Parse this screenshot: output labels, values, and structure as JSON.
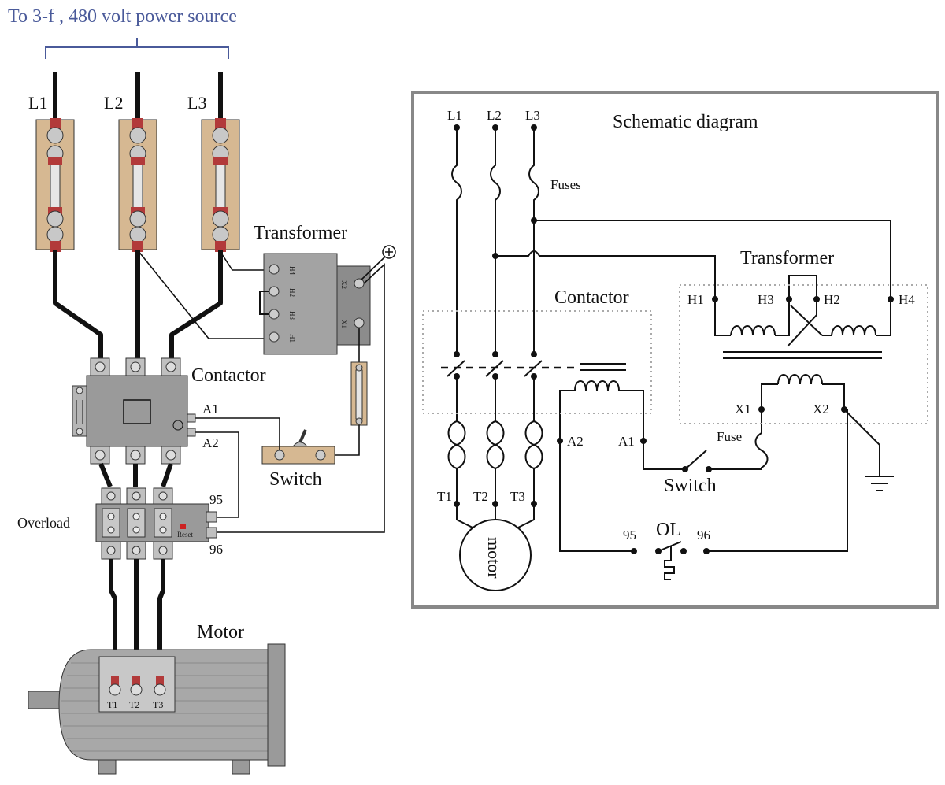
{
  "source_label": "To 3-f , 480 volt power source",
  "pictorial": {
    "lines": [
      "L1",
      "L2",
      "L3"
    ],
    "transformer": {
      "title": "Transformer",
      "primary_terminals": [
        "H4",
        "H2",
        "H3",
        "H1"
      ],
      "secondary_terminals": [
        "X2",
        "X1"
      ]
    },
    "contactor": {
      "title": "Contactor",
      "coil_terminals": [
        "A1",
        "A2"
      ]
    },
    "switch": "Switch",
    "overload": {
      "title": "Overload",
      "reset": "Reset",
      "terminals": [
        "95",
        "96"
      ]
    },
    "motor": {
      "title": "Motor",
      "terminals": [
        "T1",
        "T2",
        "T3"
      ]
    }
  },
  "schematic": {
    "title": "Schematic diagram",
    "lines": [
      "L1",
      "L2",
      "L3"
    ],
    "fuses_label": "Fuses",
    "transformer": {
      "title": "Transformer",
      "primary_terminals": [
        "H1",
        "H3",
        "H2",
        "H4"
      ],
      "secondary_terminals": [
        "X1",
        "X2"
      ]
    },
    "contactor": {
      "title": "Contactor",
      "coil_terminals": [
        "A2",
        "A1"
      ]
    },
    "fuse_label": "Fuse",
    "switch": "Switch",
    "motor_terminals": [
      "T1",
      "T2",
      "T3"
    ],
    "motor": "motor",
    "overload": {
      "label": "OL",
      "terminals": [
        "95",
        "96"
      ]
    }
  },
  "colors": {
    "wire": "#111111",
    "fuse_block": "#d6b892",
    "device_gray": "#9a9a9a",
    "motor_gray": "#a8a8a8",
    "terminal_red": "#b23a3a",
    "source_text": "#4a5a9a",
    "panel_border": "#888888"
  },
  "icons": [
    "ground-icon",
    "fuse-icon",
    "coil-icon",
    "screw-terminal-icon",
    "toggle-switch-icon"
  ]
}
